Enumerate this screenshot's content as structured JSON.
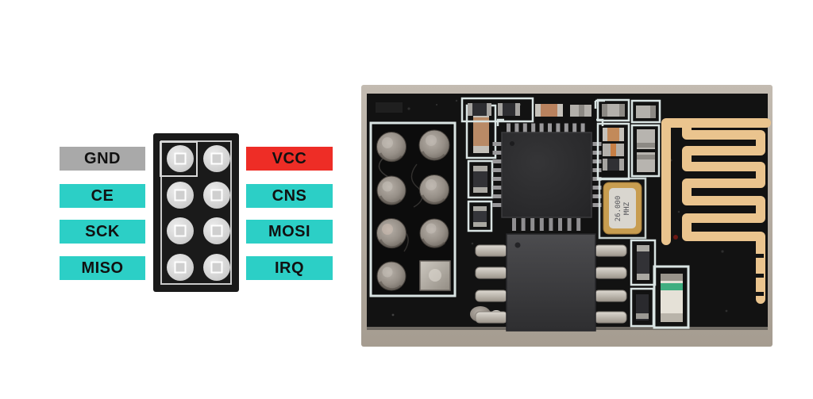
{
  "pinout": {
    "left_labels": [
      {
        "label": "GND",
        "color": "#a9a9a9"
      },
      {
        "label": "CE",
        "color": "#2ccfc6"
      },
      {
        "label": "SCK",
        "color": "#2ccfc6"
      },
      {
        "label": "MISO",
        "color": "#2ccfc6"
      }
    ],
    "right_labels": [
      {
        "label": "VCC",
        "color": "#ee2d26"
      },
      {
        "label": "CNS",
        "color": "#2ccfc6"
      },
      {
        "label": "MOSI",
        "color": "#2ccfc6"
      },
      {
        "label": "IRQ",
        "color": "#2ccfc6"
      }
    ],
    "connector": {
      "rows": 4,
      "cols": 2,
      "pin_count": 8,
      "pin1_marker": true,
      "body_color": "#1a1a1a"
    }
  },
  "photo": {
    "crystal": {
      "line1": "26.000",
      "line2": "MHZ"
    },
    "colors": {
      "pcb": "#121212",
      "antenna_trace": "#eac48e",
      "silkscreen": "#d9e4e3",
      "frame": "#b5aca0",
      "led_stripe": "#3fae80"
    }
  }
}
